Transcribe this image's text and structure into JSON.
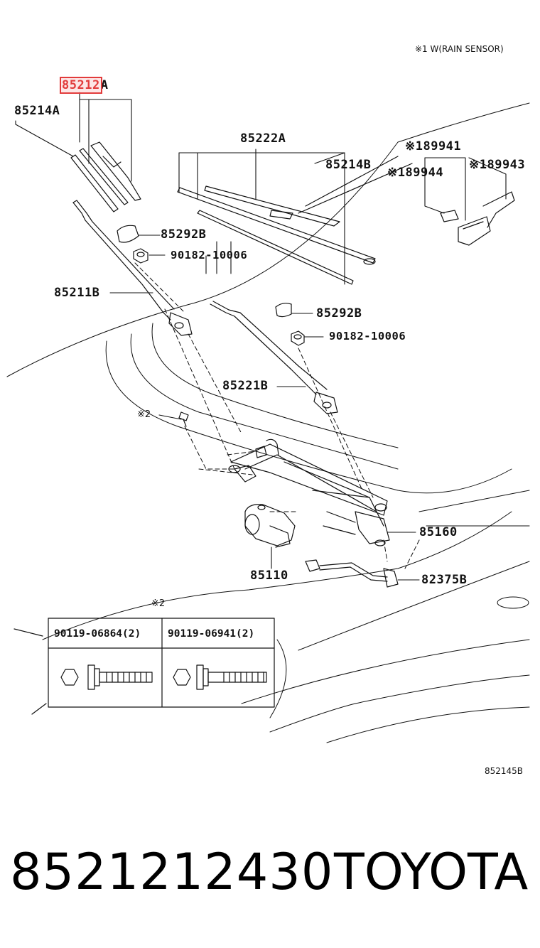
{
  "header_note": "※1 W(RAIN SENSOR)",
  "labels": {
    "p85212A": "85212",
    "p85212A_suffix": "A",
    "p85214A": "85214A",
    "p85222A": "85222A",
    "p85214B": "85214B",
    "p89941": "※189941",
    "p89944": "※189944",
    "p89943": "※189943",
    "p85292B_top": "85292B",
    "p90182_top": "90182-10006",
    "p85211B": "85211B",
    "p85292B_mid": "85292B",
    "p90182_mid": "90182-10006",
    "p85221B": "85221B",
    "note2_screw": "※2",
    "p85160": "85160",
    "p85110": "85110",
    "p82375B": "82375B",
    "note2_table": "※2"
  },
  "table": {
    "col1": "90119-06864(2)",
    "col2": "90119-06941(2)"
  },
  "figure_code": "852145B",
  "footer": {
    "part_number": "8521212430",
    "brand": "TOYOTA"
  },
  "colors": {
    "line": "#111111",
    "highlight": "#e23b3b"
  }
}
